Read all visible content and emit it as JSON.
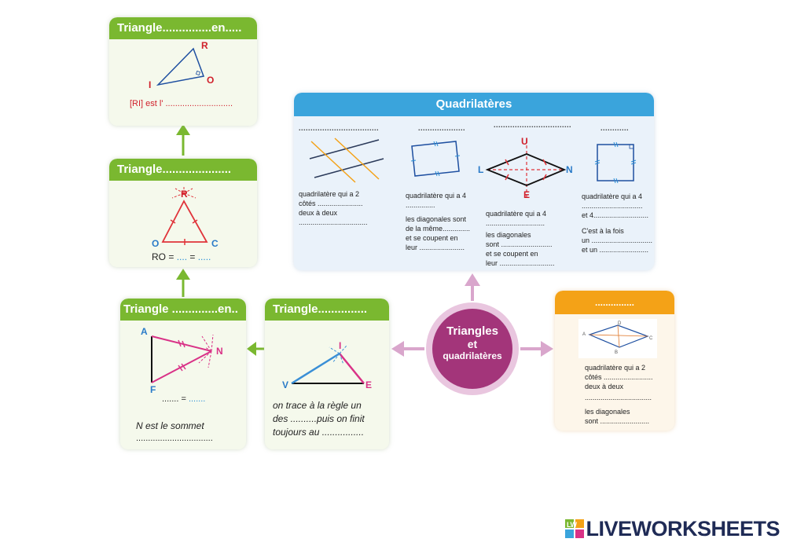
{
  "card_iro": {
    "title": "Triangle...............en.....",
    "label_r": "R",
    "label_i": "I",
    "label_o": "O",
    "caption": "[RI] est l' ............................"
  },
  "card_roc": {
    "title": "Triangle.....................",
    "label_r": "R",
    "label_o": "O",
    "label_c": "C",
    "eq_prefix": "RO = ",
    "eq_blank1": "....",
    "eq_mid": " = ",
    "eq_blank2": "....."
  },
  "card_afn": {
    "title": "Triangle ..............en..",
    "label_a": "A",
    "label_f": "F",
    "label_n": "N",
    "eq_left": "....... = ",
    "eq_right": ".......",
    "caption_line1": "N est le sommet",
    "caption_line2": "................................"
  },
  "card_vie": {
    "title": "Triangle...............",
    "label_v": "V",
    "label_i": "I",
    "label_e": "E",
    "caption_line1": "on trace à la règle un",
    "caption_line2": "des ..........puis on finit",
    "caption_line3": "toujours au ................"
  },
  "center": {
    "line1": "Triangles",
    "line2": "et",
    "line3": "quadrilatères"
  },
  "quad": {
    "title": "Quadrilatères",
    "col1": {
      "heading": "..................................",
      "l1": "quadrilatère qui a 2",
      "l2": "côtés .......................",
      "l3": "deux à deux",
      "l4": "..................................."
    },
    "col2": {
      "heading": "....................",
      "l1": "quadrilatère qui a 4",
      "l2": "...............",
      "l3": "les diagonales sont",
      "l4": "de la même..............",
      "l5": " et se coupent en",
      "l6": "leur ......................."
    },
    "col3": {
      "heading": ".................................",
      "label_u": "U",
      "label_l": "L",
      "label_n": "N",
      "label_e": "E",
      "l1": "quadrilatère qui a 4",
      "l2": "..............................",
      "l3": "les diagonales",
      "l4": "sont ..........................",
      "l5": " et se coupent en",
      "l6": "leur ............................"
    },
    "col4": {
      "heading": "............",
      "l1": "quadrilatère qui a 4",
      "l2": "...............................",
      "l3": "et 4............................",
      "l4": "C'est à la fois",
      "l5": "un ...............................",
      "l6": "et un  ........................."
    }
  },
  "para": {
    "title": "...............",
    "label_a": "A",
    "label_b": "B",
    "label_c": "C",
    "label_d": "D",
    "l1": "quadrilatère qui a 2",
    "l2": "côtés .........................",
    "l3": "deux à deux",
    "l4": "..................................",
    "l5": "les diagonales",
    "l6": "sont ........................."
  },
  "logo": {
    "badge_letters": "LW",
    "text": "LIVEWORKSHEETS"
  },
  "colors": {
    "green": "#7ab830",
    "blue": "#3aa4dc",
    "orange": "#f4a217",
    "purple": "#a3357a",
    "red": "#e0343a",
    "pink": "#d93287"
  }
}
